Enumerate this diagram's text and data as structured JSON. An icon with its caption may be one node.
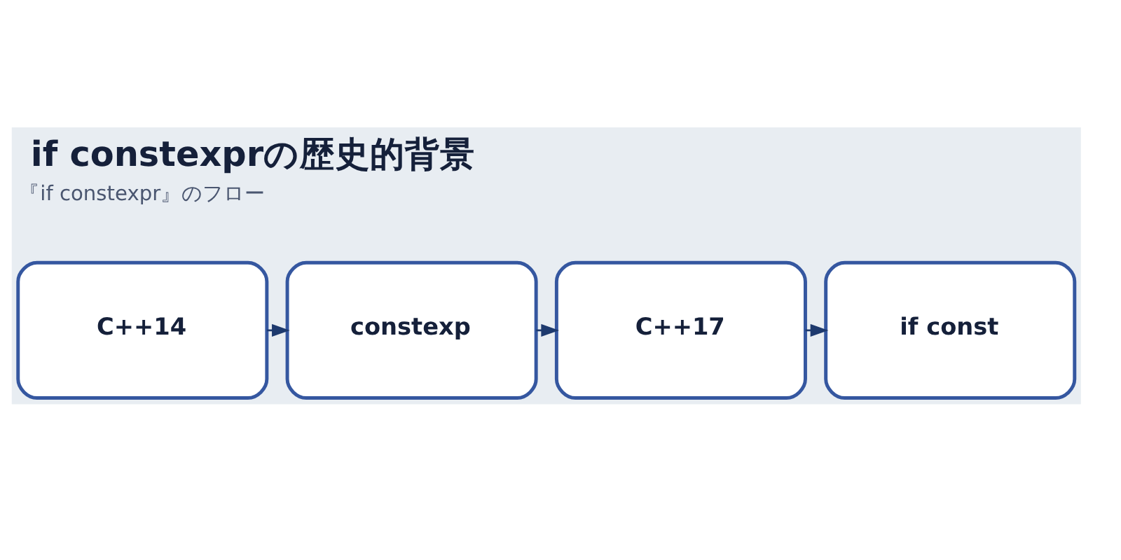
{
  "diagram": {
    "title": "if constexprの歴史的背景",
    "nodes": [
      {
        "text": [
          "C++14"
        ]
      },
      {
        "text": [
          "constexp"
        ]
      },
      {
        "text": [
          "C++17"
        ]
      },
      {
        "text": [
          "if const"
        ]
      }
    ],
    "edges": [
      {
        "from": 0,
        "to": 1,
        "arrow": "to"
      },
      {
        "from": 1,
        "to": 2,
        "arrow": "to"
      },
      {
        "from": 2,
        "to": 3,
        "arrow": "to"
      }
    ],
    "labels": [
      "『if constexpr』のフロー"
    ]
  }
}
